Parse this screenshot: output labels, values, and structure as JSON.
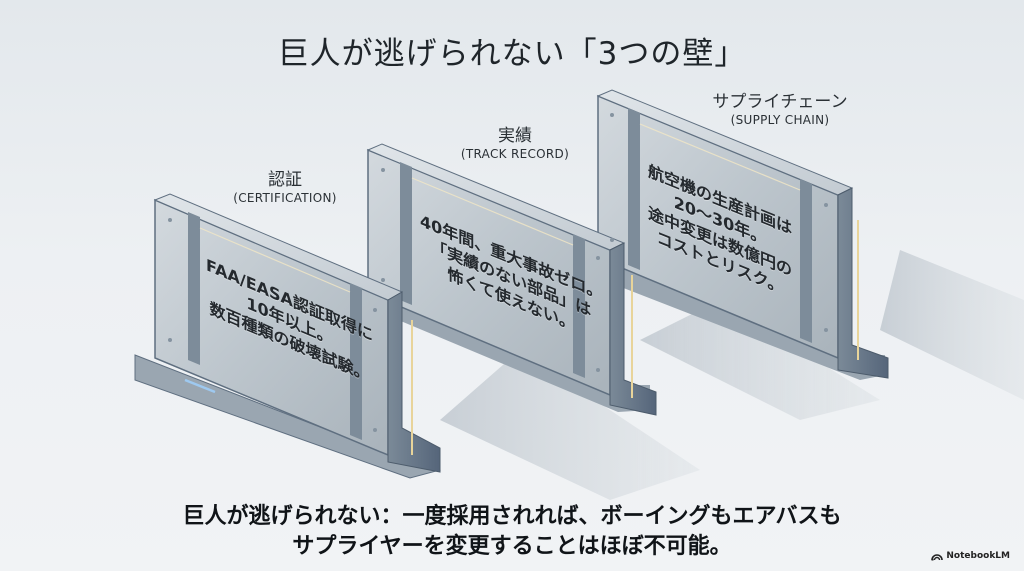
{
  "slide": {
    "title": "巨人が逃げられない「3つの壁」",
    "background_color": "#e9edf0"
  },
  "walls": [
    {
      "id": "certification",
      "label_jp": "認証",
      "label_en": "(CERTIFICATION)",
      "engraving": [
        "FAA/EASA認証取得に",
        "10年以上。",
        "数百種類の破壊試験。"
      ]
    },
    {
      "id": "track-record",
      "label_jp": "実績",
      "label_en": "(TRACK RECORD)",
      "engraving": [
        "40年間、重大事故ゼロ。",
        "「実績のない部品」は",
        "怖くて使えない。"
      ]
    },
    {
      "id": "supply-chain",
      "label_jp": "サプライチェーン",
      "label_en": "(SUPPLY CHAIN)",
      "engraving": [
        "航空機の生産計画は",
        "20〜30年。",
        "途中変更は数億円の",
        "コストとリスク。"
      ]
    }
  ],
  "caption": {
    "line1": "巨人が逃げられない：一度採用されれば、ボーイングもエアバスも",
    "line2": "サプライヤーを変更することはほぼ不可能。"
  },
  "brand": {
    "name": "NotebookLM",
    "icon": "notebooklm-logo-icon"
  },
  "colors": {
    "concrete_light": "#c9d0d6",
    "concrete_mid": "#a9b3bc",
    "concrete_dark": "#6f7e8c",
    "steel_trim": "#5d6e80",
    "shadow": "#c5ccd3",
    "glow_accent": "#9ec9f0",
    "gold_accent": "#e8d49a"
  }
}
